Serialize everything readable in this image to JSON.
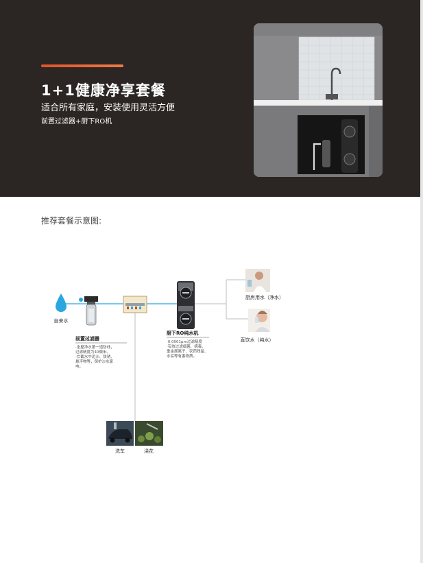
{
  "hero": {
    "title": "1+1健康净享套餐",
    "subtitle": "适合所有家庭，安装使用灵活方便",
    "combo": "前置过滤器+厨下RO机"
  },
  "section": {
    "title": "推荐套餐示意图:"
  },
  "diagram": {
    "source_label": "自来水",
    "prefilter": {
      "name": "前置过滤器",
      "desc": [
        "·全屋净水第一道防线，",
        "过滤精度为40微米。",
        "·拦截水中泥沙、铁锈、",
        "悬浮物等，保护沙水家",
        "电。"
      ]
    },
    "ro": {
      "name": "厨下RO纯水机",
      "desc": [
        "·0.0001μm过滤精度",
        "·有效过滤细菌、病毒、",
        "重金属离子、农药残留、",
        "水垢等有害物质。"
      ]
    },
    "kitchen_water": "厨房用水（净水）",
    "drinking_water": "直饮水（纯水）",
    "car_wash": "洗车",
    "watering": "浇花"
  },
  "colors": {
    "accent": "#e0532a",
    "hero_bg": "#2b2624",
    "water_blue": "#2aa6e0",
    "line_gray": "#bdbdbd"
  }
}
